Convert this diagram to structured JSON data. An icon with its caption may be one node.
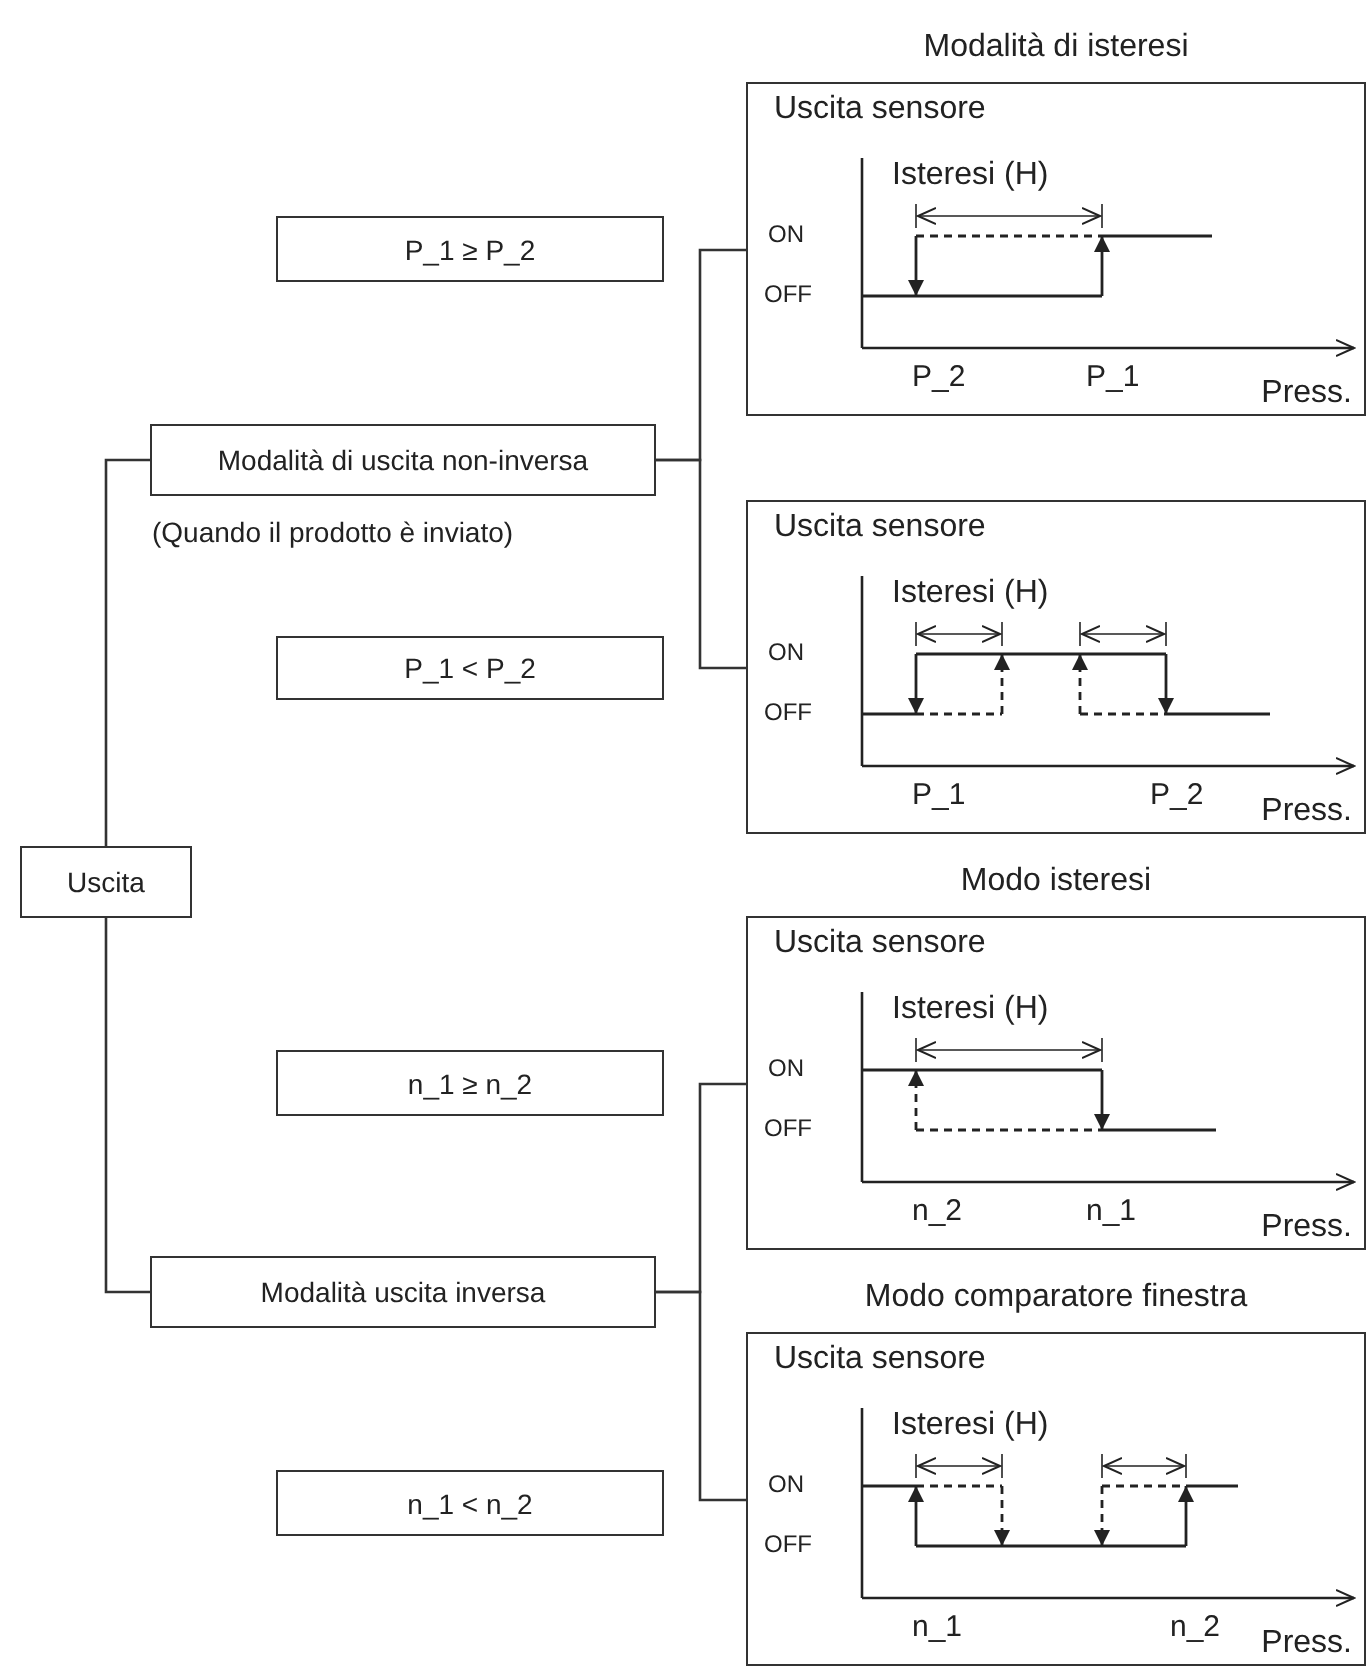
{
  "diagram": {
    "nodes": [
      {
        "text": [
          "P_1 ≥ P_2"
        ]
      },
      {
        "text": [
          "Modalità di uscita non-inversa"
        ],
        "beside": [
          "(Quando il prodotto è inviato)"
        ]
      },
      {
        "text": [
          "P_1 < P_2"
        ]
      },
      {
        "text": [
          "Uscita"
        ]
      },
      {
        "text": [
          "n_1 ≥ n_2"
        ]
      },
      {
        "text": [
          "Modalità uscita inversa"
        ]
      },
      {
        "text": [
          "n_1 < n_2"
        ]
      },
      {
        "text": [
          "Modalità di isteresi",
          "Uscita sensore",
          "Isteresi (H)",
          "ON",
          "OFF",
          "P_2",
          "P_1",
          "Press."
        ]
      },
      {
        "text": [
          "Uscita sensore",
          "Isteresi (H)",
          "ON",
          "OFF",
          "P_1",
          "P_2",
          "Press."
        ]
      },
      {
        "text": [
          "Modo isteresi",
          "Uscita sensore",
          "Isteresi (H)",
          "ON",
          "OFF",
          "n_2",
          "n_1",
          "Press."
        ]
      },
      {
        "text": [
          "Modo comparatore finestra",
          "Uscita sensore",
          "Isteresi (H)",
          "ON",
          "OFF",
          "n_1",
          "n_2",
          "Press."
        ]
      }
    ],
    "edges": [
      {
        "from": 3,
        "to": 1,
        "arrow": "none"
      },
      {
        "from": 3,
        "to": 5,
        "arrow": "none"
      },
      {
        "from": 1,
        "to": 7,
        "arrow": "none"
      },
      {
        "from": 1,
        "to": 8,
        "arrow": "none"
      },
      {
        "from": 5,
        "to": 9,
        "arrow": "none"
      },
      {
        "from": 5,
        "to": 10,
        "arrow": "none"
      }
    ]
  }
}
